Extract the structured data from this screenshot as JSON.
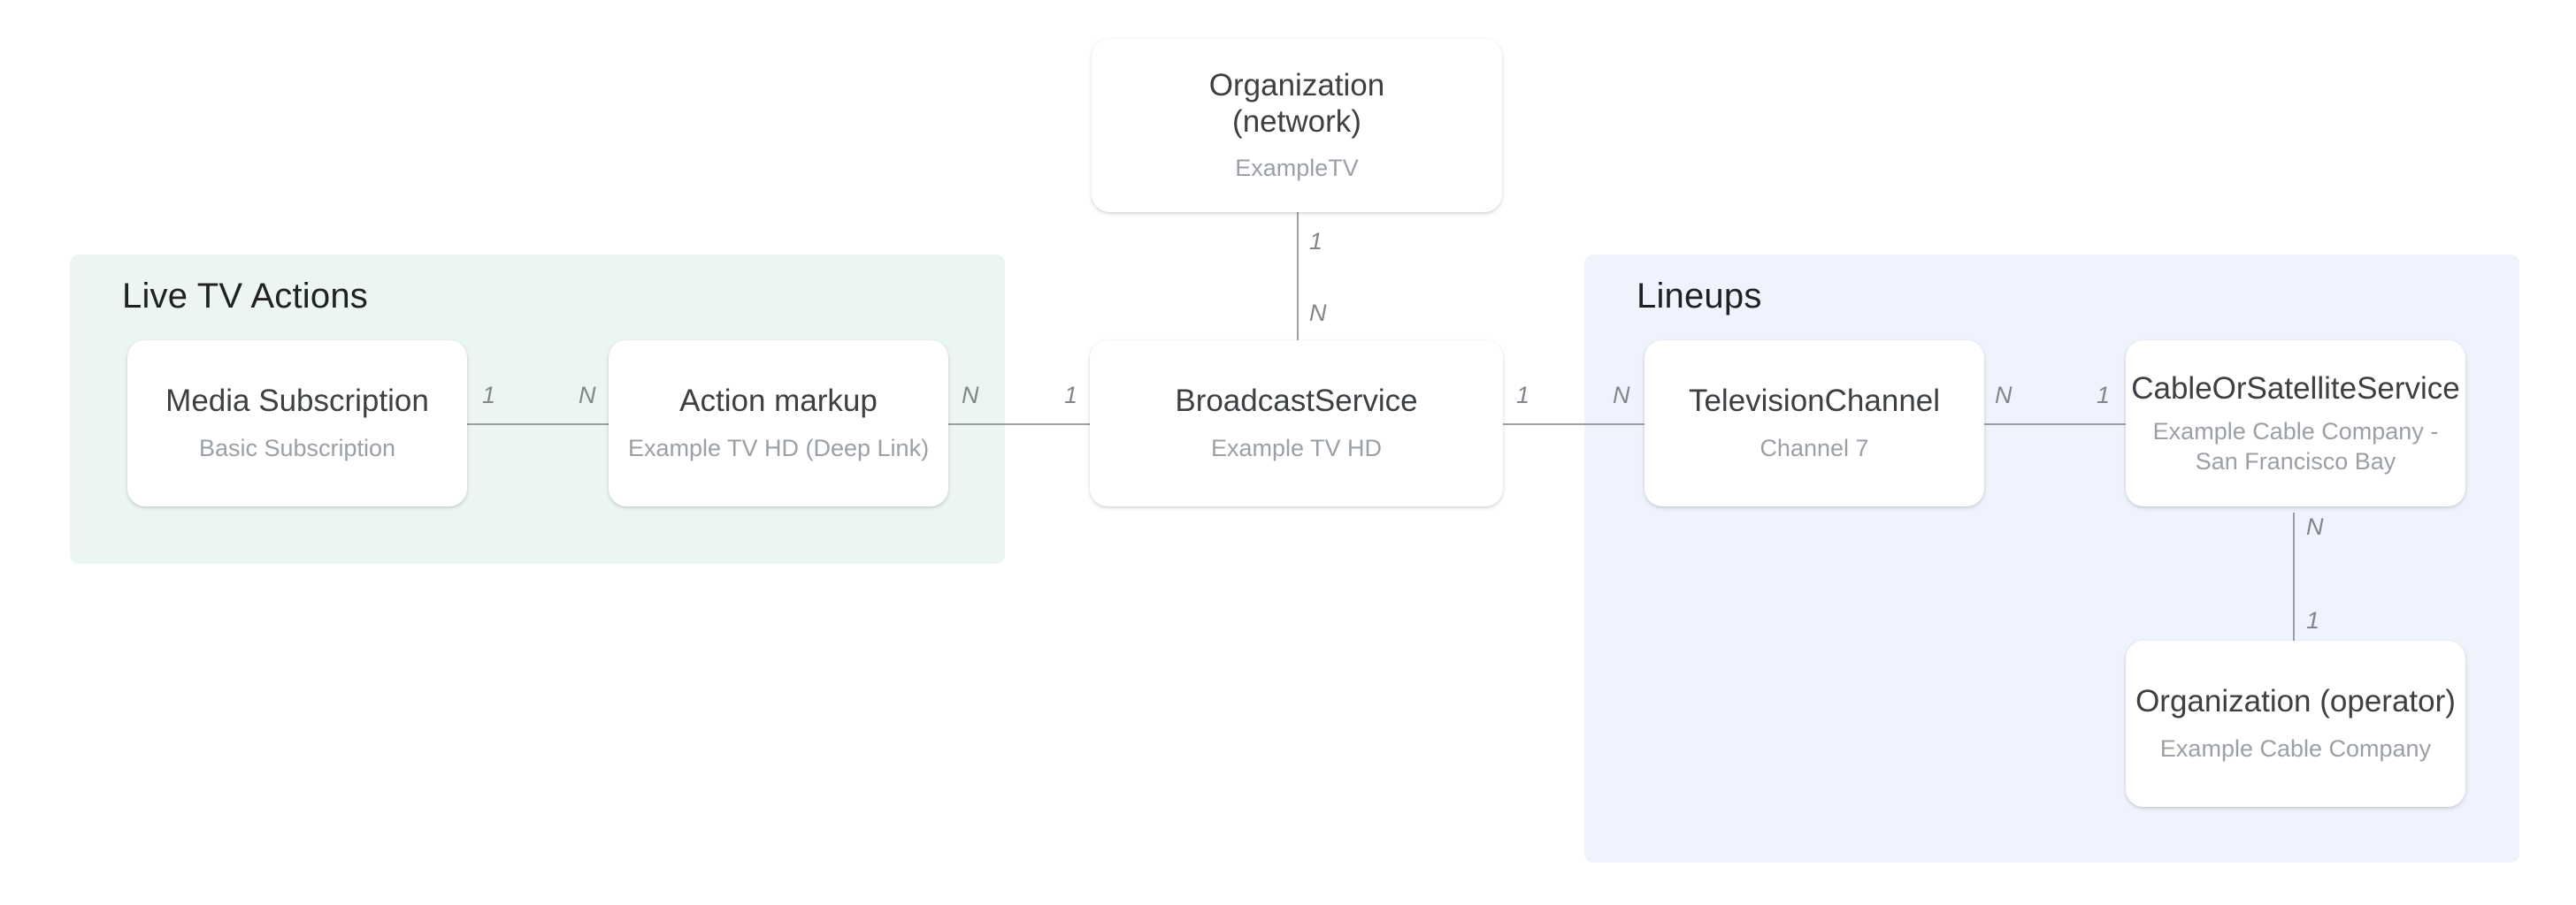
{
  "diagram": {
    "type": "entity-relationship",
    "groups": [
      {
        "id": "live-tv-actions",
        "title": "Live TV Actions",
        "color": "#ecf6f0"
      },
      {
        "id": "lineups",
        "title": "Lineups",
        "color": "#eef3fd"
      }
    ],
    "nodes": [
      {
        "id": "organization-network",
        "title": "Organization\n(network)",
        "title_line1": "Organization",
        "title_line2": "(network)",
        "subtitle": "ExampleTV"
      },
      {
        "id": "media-subscription",
        "title": "Media Subscription",
        "subtitle": "Basic Subscription"
      },
      {
        "id": "action-markup",
        "title": "Action markup",
        "subtitle": "Example TV HD (Deep Link)"
      },
      {
        "id": "broadcast-service",
        "title": "BroadcastService",
        "subtitle": "Example TV HD"
      },
      {
        "id": "television-channel",
        "title": "TelevisionChannel",
        "subtitle": "Channel 7"
      },
      {
        "id": "cable-or-satellite-service",
        "title": "CableOrSatelliteService",
        "subtitle_line1": "Example Cable Company -",
        "subtitle_line2": "San Francisco Bay",
        "subtitle": "Example Cable Company - San Francisco Bay"
      },
      {
        "id": "organization-operator",
        "title": "Organization (operator)",
        "subtitle": "Example Cable Company"
      }
    ],
    "edges": [
      {
        "id": "org-network-to-broadcast",
        "from": "organization-network",
        "to": "broadcast-service",
        "orientation": "vertical",
        "from_cardinality": "1",
        "to_cardinality": "N"
      },
      {
        "id": "media-sub-to-action-markup",
        "from": "media-subscription",
        "to": "action-markup",
        "orientation": "horizontal",
        "from_cardinality": "1",
        "to_cardinality": "N"
      },
      {
        "id": "action-markup-to-broadcast",
        "from": "action-markup",
        "to": "broadcast-service",
        "orientation": "horizontal",
        "from_cardinality": "N",
        "to_cardinality": "1"
      },
      {
        "id": "broadcast-to-tv-channel",
        "from": "broadcast-service",
        "to": "television-channel",
        "orientation": "horizontal",
        "from_cardinality": "1",
        "to_cardinality": "N"
      },
      {
        "id": "tv-channel-to-cable-service",
        "from": "television-channel",
        "to": "cable-or-satellite-service",
        "orientation": "horizontal",
        "from_cardinality": "N",
        "to_cardinality": "1"
      },
      {
        "id": "cable-service-to-org-operator",
        "from": "cable-or-satellite-service",
        "to": "organization-operator",
        "orientation": "vertical",
        "from_cardinality": "N",
        "to_cardinality": "1"
      }
    ],
    "colors": {
      "node_title": "#3c4043",
      "node_subtitle": "#9aa0a6",
      "connector": "#9aa0a6",
      "cardinality": "#80868b",
      "group_green": "#ecf6f0",
      "group_blue": "#eef3fd",
      "background": "#ffffff"
    }
  }
}
